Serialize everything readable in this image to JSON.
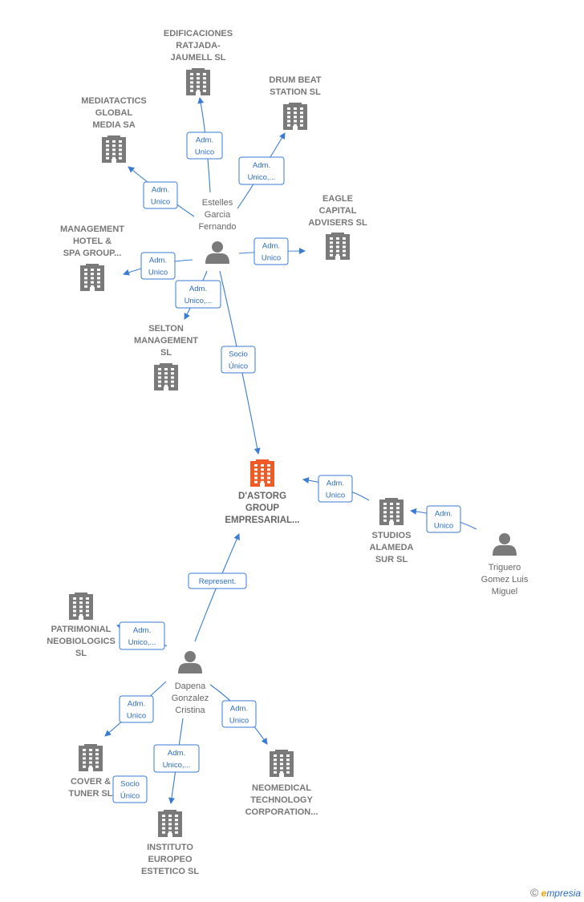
{
  "colors": {
    "company": "#7a7a7a",
    "main_company": "#f05a24",
    "person": "#7a7a7a",
    "edge": "#3a7bd5"
  },
  "companies": [
    {
      "id": "edificaciones",
      "lines": [
        "EDIFICACIONES",
        "RATJADA-",
        "JAUMELL SL"
      ]
    },
    {
      "id": "drumbeat",
      "lines": [
        "DRUM BEAT",
        "STATION SL"
      ]
    },
    {
      "id": "mediatactics",
      "lines": [
        "MEDIATACTICS",
        "GLOBAL",
        "MEDIA SA"
      ]
    },
    {
      "id": "eagle",
      "lines": [
        "EAGLE",
        "CAPITAL",
        "ADVISERS  SL"
      ]
    },
    {
      "id": "management",
      "lines": [
        "MANAGEMENT",
        "HOTEL &",
        "SPA GROUP..."
      ]
    },
    {
      "id": "selton",
      "lines": [
        "SELTON",
        "MANAGEMENT",
        "SL"
      ]
    },
    {
      "id": "dastorg",
      "lines": [
        "D'ASTORG",
        "GROUP",
        "EMPRESARIAL..."
      ]
    },
    {
      "id": "studios",
      "lines": [
        "STUDIOS",
        "ALAMEDA",
        "SUR  SL"
      ]
    },
    {
      "id": "patrimonial",
      "lines": [
        "PATRIMONIAL",
        "NEOBIOLOGICS",
        "SL"
      ]
    },
    {
      "id": "cover",
      "lines": [
        "COVER &",
        "TUNER SL"
      ]
    },
    {
      "id": "neomedical",
      "lines": [
        "NEOMEDICAL",
        "TECHNOLOGY",
        "CORPORATION..."
      ]
    },
    {
      "id": "instituto",
      "lines": [
        "INSTITUTO",
        "EUROPEO",
        "ESTETICO  SL"
      ]
    }
  ],
  "persons": [
    {
      "id": "estelles",
      "lines": [
        "Estelles",
        "Garcia",
        "Fernando"
      ]
    },
    {
      "id": "triguero",
      "lines": [
        "Triguero",
        "Gomez Luis",
        "Miguel"
      ]
    },
    {
      "id": "dapena",
      "lines": [
        "Dapena",
        "Gonzalez",
        "Cristina"
      ]
    }
  ],
  "edges": [
    {
      "id": "e1",
      "lines": [
        "Adm.",
        "Unico"
      ]
    },
    {
      "id": "e2",
      "lines": [
        "Adm.",
        "Unico,..."
      ]
    },
    {
      "id": "e3",
      "lines": [
        "Adm.",
        "Unico"
      ]
    },
    {
      "id": "e4",
      "lines": [
        "Adm.",
        "Unico"
      ]
    },
    {
      "id": "e5",
      "lines": [
        "Adm.",
        "Unico"
      ]
    },
    {
      "id": "e6",
      "lines": [
        "Adm.",
        "Unico,..."
      ]
    },
    {
      "id": "e7",
      "lines": [
        "Socio",
        "Único"
      ]
    },
    {
      "id": "e8",
      "lines": [
        "Adm.",
        "Unico"
      ]
    },
    {
      "id": "e9",
      "lines": [
        "Adm.",
        "Unico"
      ]
    },
    {
      "id": "e10",
      "lines": [
        "Represent."
      ]
    },
    {
      "id": "e11",
      "lines": [
        "Adm.",
        "Unico,..."
      ]
    },
    {
      "id": "e12",
      "lines": [
        "Adm.",
        "Unico"
      ]
    },
    {
      "id": "e13",
      "lines": [
        "Adm.",
        "Unico"
      ]
    },
    {
      "id": "e14",
      "lines": [
        "Adm.",
        "Unico,..."
      ]
    },
    {
      "id": "e15",
      "lines": [
        "Socio",
        "Único"
      ]
    }
  ],
  "footer": {
    "copyright": "©",
    "brand_first": "e",
    "brand_rest": "mpresia"
  }
}
